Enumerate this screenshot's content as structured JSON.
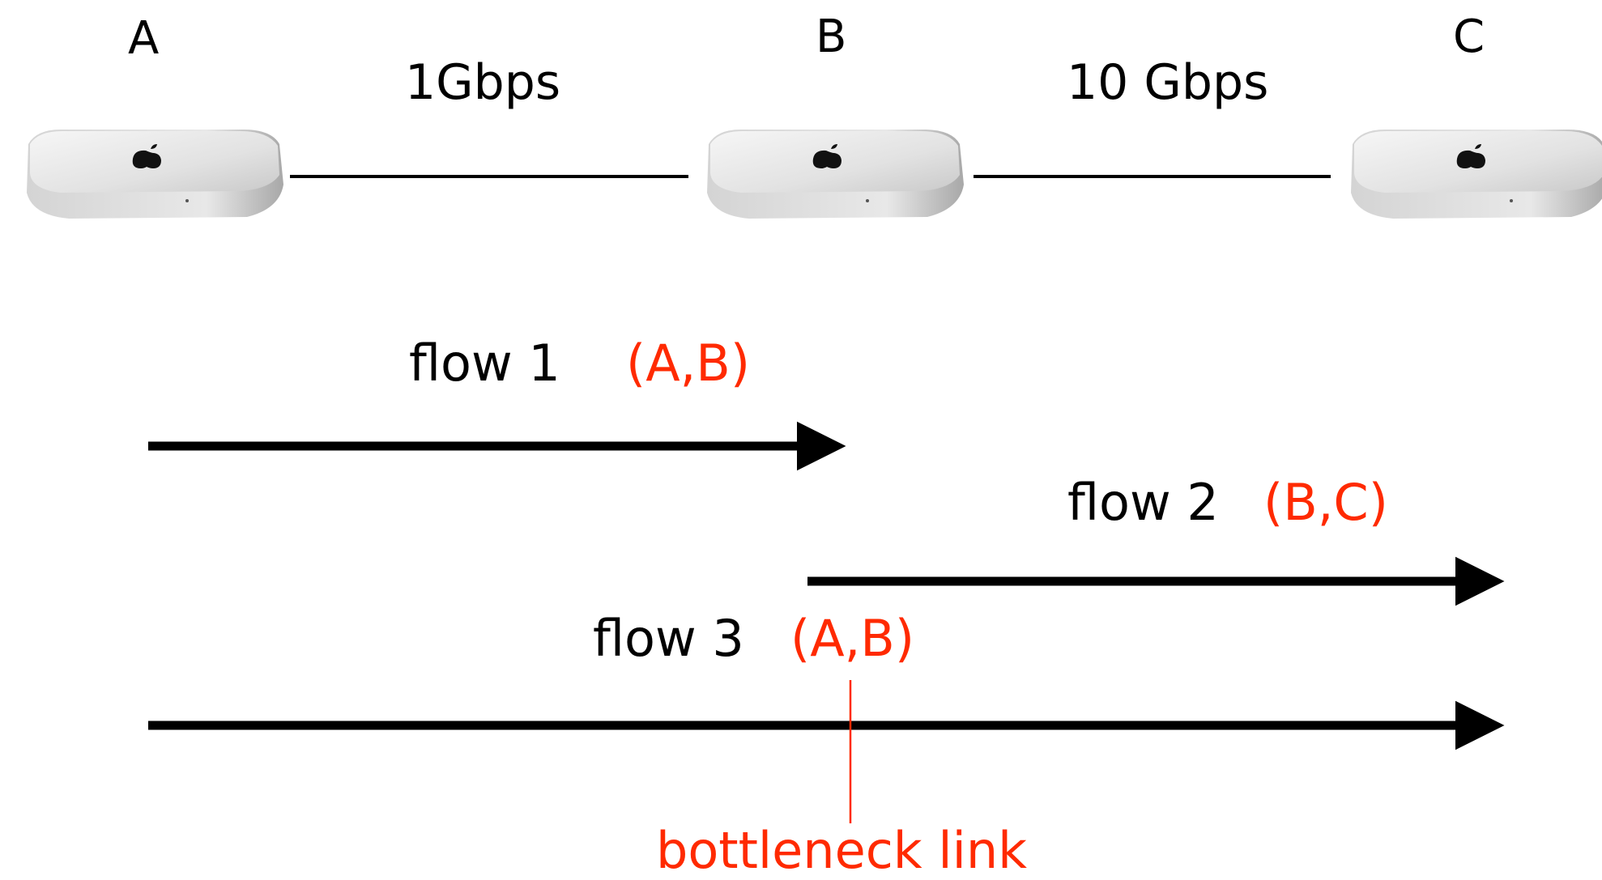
{
  "nodes": [
    {
      "id": "A",
      "label": "A",
      "icon": "mac-mini-icon"
    },
    {
      "id": "B",
      "label": "B",
      "icon": "mac-mini-icon"
    },
    {
      "id": "C",
      "label": "C",
      "icon": "mac-mini-icon"
    }
  ],
  "links": [
    {
      "from": "A",
      "to": "B",
      "label": "1Gbps"
    },
    {
      "from": "B",
      "to": "C",
      "label": "10 Gbps"
    }
  ],
  "flows": [
    {
      "name": "flow 1",
      "bottleneck": "(A,B)"
    },
    {
      "name": "flow 2",
      "bottleneck": "(B,C)"
    },
    {
      "name": "flow 3",
      "bottleneck": "(A,B)"
    }
  ],
  "annotation": {
    "text": "bottleneck link"
  },
  "colors": {
    "highlight": "#ff2a00",
    "line": "#000000",
    "device": "#d8d8d8"
  }
}
